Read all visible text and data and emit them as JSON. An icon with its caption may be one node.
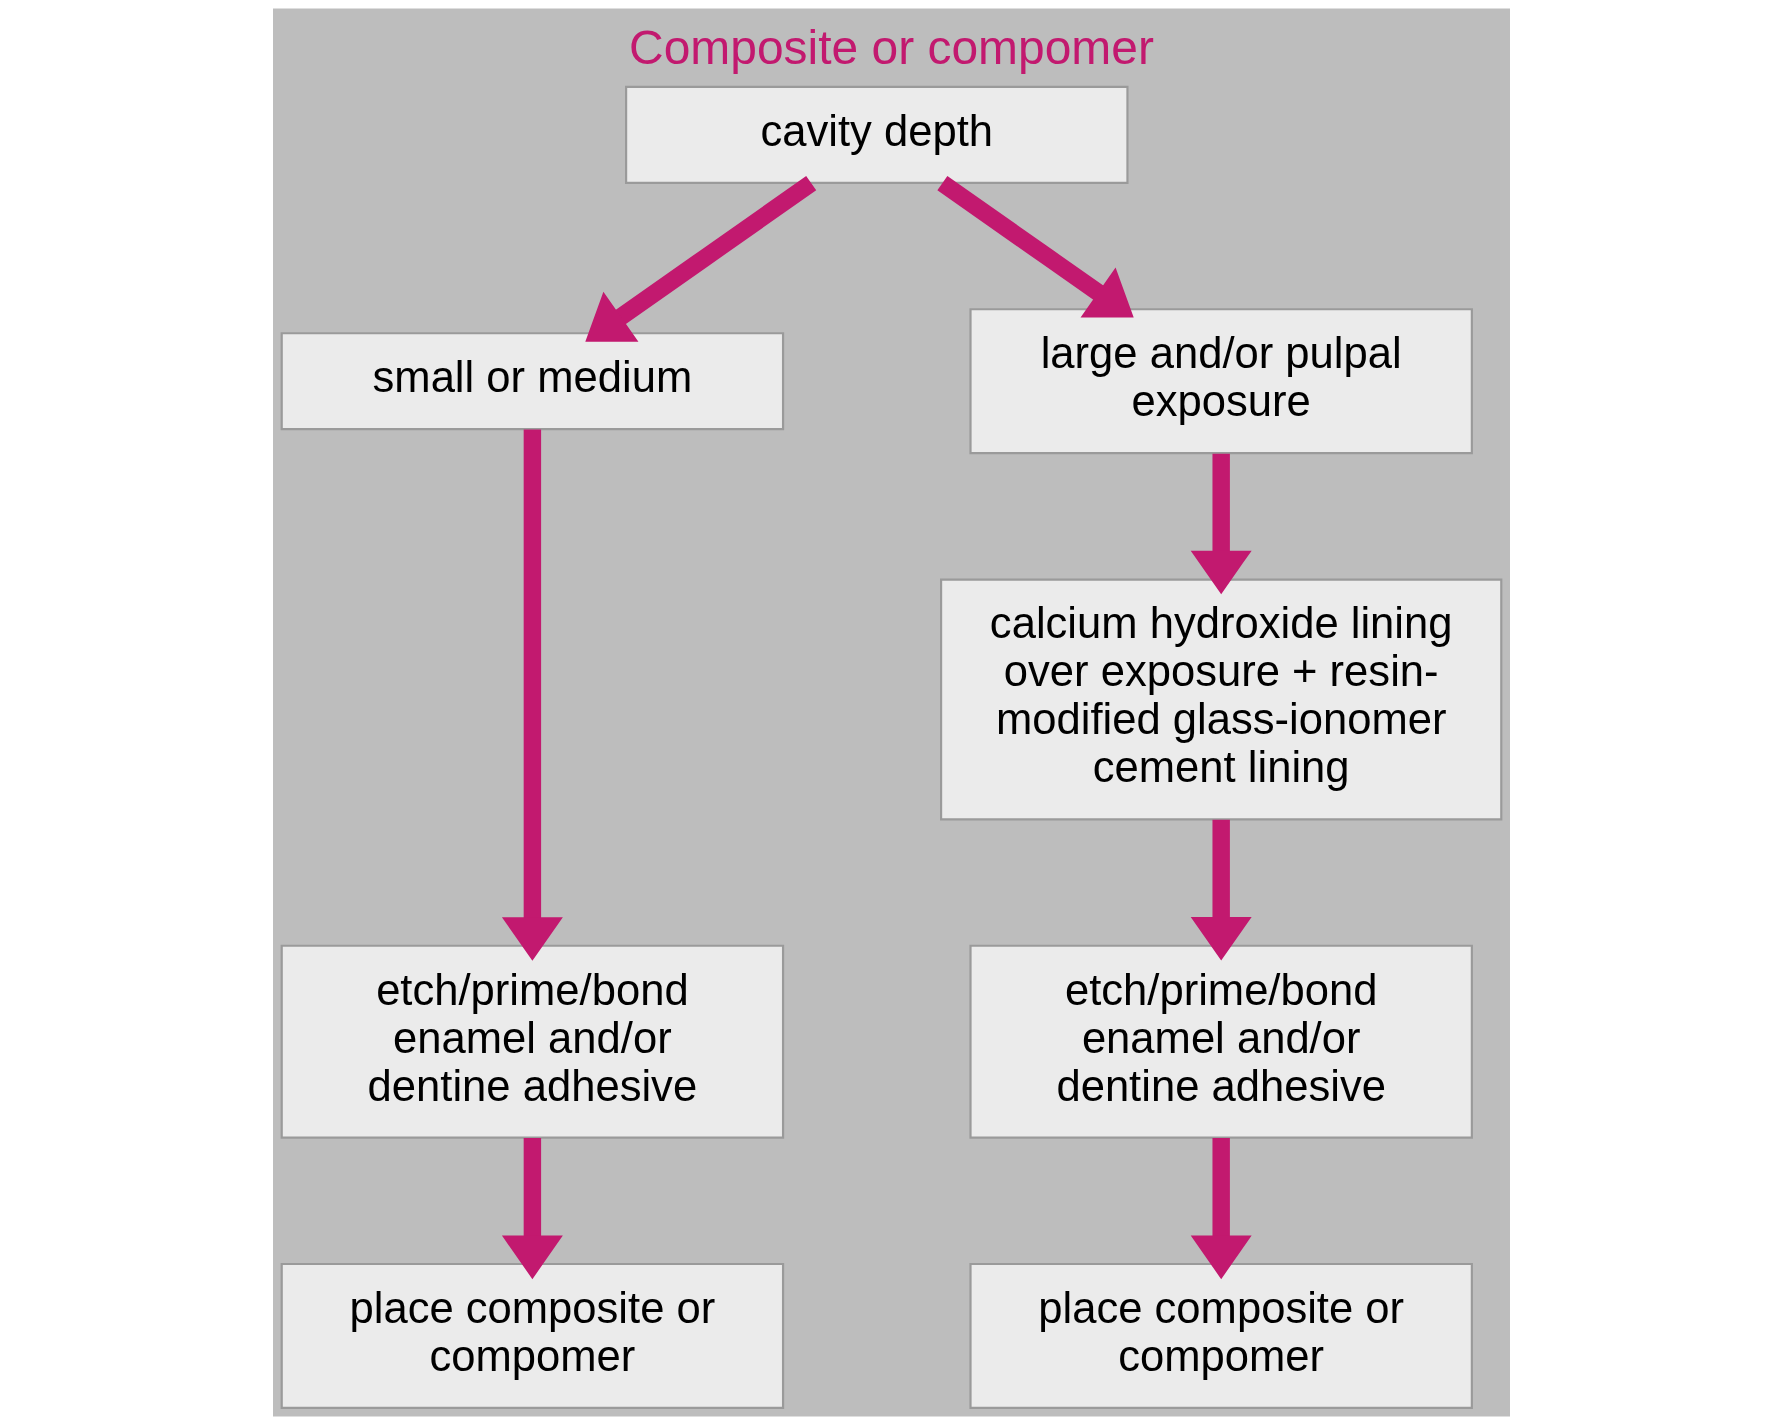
{
  "diagram": {
    "title": "Composite or compomer",
    "nodes": [
      {
        "text": [
          "cavity depth"
        ]
      },
      {
        "text": [
          "small or medium"
        ]
      },
      {
        "text": [
          "large and/or pulpal exposure"
        ]
      },
      {
        "text": [
          "etch/prime/bond enamel and/or dentine adhesive"
        ]
      },
      {
        "text": [
          "place composite or compomer"
        ]
      },
      {
        "text": [
          "calcium hydroxide lining over exposure + resin-modified glass-ionomer cement lining"
        ]
      },
      {
        "text": [
          "etch/prime/bond enamel and/or dentine adhesive"
        ]
      },
      {
        "text": [
          "place composite or compomer"
        ]
      }
    ],
    "edges": [
      {
        "from": 0,
        "to": 1,
        "arrow": "to"
      },
      {
        "from": 0,
        "to": 2,
        "arrow": "to"
      },
      {
        "from": 1,
        "to": 3,
        "arrow": "to"
      },
      {
        "from": 3,
        "to": 4,
        "arrow": "to"
      },
      {
        "from": 2,
        "to": 5,
        "arrow": "to"
      },
      {
        "from": 5,
        "to": 6,
        "arrow": "to"
      },
      {
        "from": 6,
        "to": 7,
        "arrow": "to"
      }
    ]
  }
}
